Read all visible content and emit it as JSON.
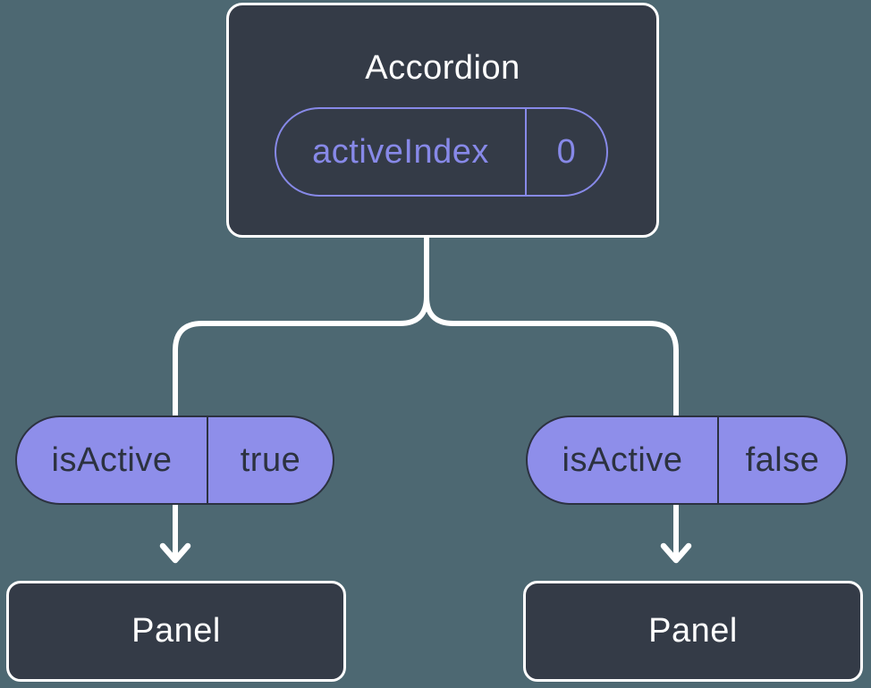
{
  "colors": {
    "background": "#4d6872",
    "node_fill": "#343b47",
    "node_border": "#ffffff",
    "connector": "#ffffff",
    "accent_purple": "#8789e8",
    "pill_fill": "#8e8eea",
    "ink_dark": "#2c3240"
  },
  "root_node": {
    "title": "Accordion",
    "state_pill": {
      "name": "activeIndex",
      "value": "0"
    }
  },
  "children": [
    {
      "prop_pill": {
        "name": "isActive",
        "value": "true"
      },
      "node": {
        "title": "Panel"
      }
    },
    {
      "prop_pill": {
        "name": "isActive",
        "value": "false"
      },
      "node": {
        "title": "Panel"
      }
    }
  ]
}
